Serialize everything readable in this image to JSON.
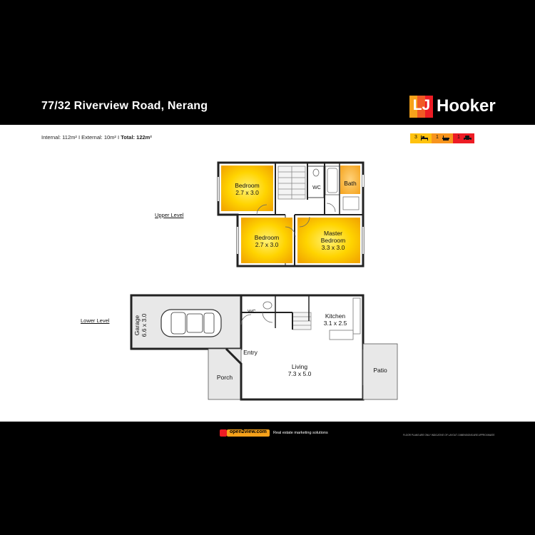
{
  "header": {
    "address": "77/32 Riverview Road, Nerang"
  },
  "brand": {
    "logo_lj": "LJ",
    "logo_name": "Hooker",
    "colors": {
      "yellow": "#ffc20e",
      "orange": "#f7941d",
      "red": "#ed1c24"
    }
  },
  "areas": {
    "internal": "Internal: 112m²",
    "sep1": " I ",
    "external": "External: 10m²",
    "sep2": " I ",
    "total": "Total: 122m²"
  },
  "features": {
    "beds": "3",
    "baths": "1",
    "cars": "1",
    "bed_icon": "bed-icon",
    "bath_icon": "bath-icon",
    "car_icon": "car-icon"
  },
  "levels": {
    "upper": "Upper Level",
    "lower": "Lower Level"
  },
  "rooms": {
    "bedroom1_name": "Bedroom",
    "bedroom1_dim": "2.7 x 3.0",
    "wc_upper": "WC",
    "bath": "Bath",
    "bedroom2_name": "Bedroom",
    "bedroom2_dim": "2.7 x 3.0",
    "master_line1": "Master",
    "master_line2": "Bedroom",
    "master_dim": "3.3 x 3.0",
    "garage_name": "Garage",
    "garage_dim": "6.6 x 3.0",
    "wc_lower": "WC",
    "kitchen_name": "Kitchen",
    "kitchen_dim": "3.1 x 2.5",
    "entry": "Entry",
    "living_name": "Living",
    "living_dim": "7.3 x 5.0",
    "porch": "Porch",
    "patio": "Patio"
  },
  "footer": {
    "open2view": "open2view.com",
    "tagline": "Real estate marketing solutions",
    "disclaimer": "FLOOR PLANS ARE ONLY INDICATIVE OF LAYOUT. DIMENSIONS ARE APPROXIMATE"
  }
}
